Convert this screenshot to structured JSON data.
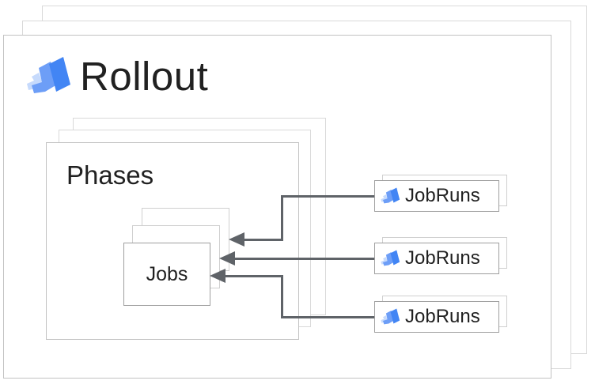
{
  "diagram_title": "Rollout",
  "rollout": {
    "label": "Rollout"
  },
  "phases": {
    "label": "Phases"
  },
  "jobs": {
    "label": "Jobs"
  },
  "jobruns": {
    "items": [
      {
        "label": "JobRuns"
      },
      {
        "label": "JobRuns"
      },
      {
        "label": "JobRuns"
      }
    ]
  },
  "icons": {
    "rollout_icon": "deploy-layers-icon",
    "jobruns_icon": "deploy-layers-icon"
  },
  "colors": {
    "icon_blue_dark": "#4285F4",
    "icon_blue_mid": "#6D9EF7",
    "icon_blue_light": "#C6DAFC",
    "arrow_gray": "#5F6368",
    "border_light_gray": "#C2C2C2",
    "border_box_gray": "#9E9E9E",
    "text_dark": "#212121",
    "background": "#FFFFFF"
  }
}
